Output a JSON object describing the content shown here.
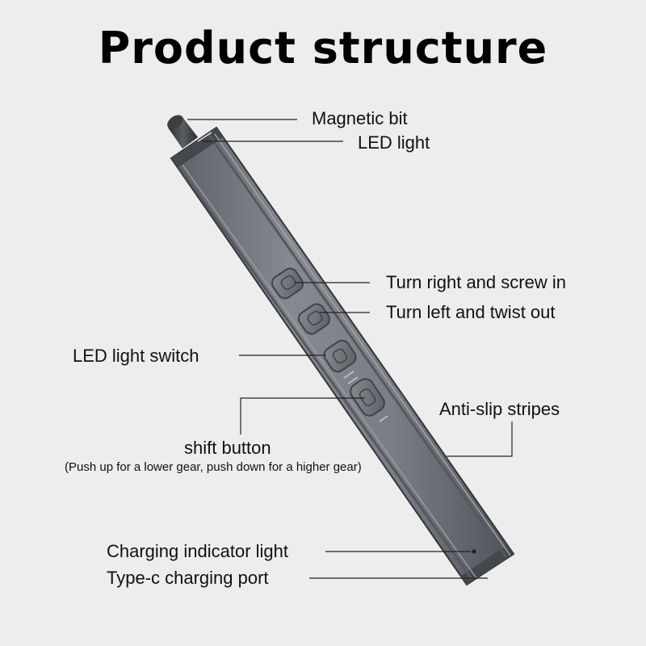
{
  "title": "Product structure",
  "labels": {
    "magnetic_bit": "Magnetic bit",
    "led_light": "LED light",
    "turn_right": "Turn right and screw in",
    "turn_left": "Turn left and twist out",
    "led_switch": "LED light switch",
    "anti_slip": "Anti-slip stripes",
    "shift_button": "shift button",
    "shift_note": "(Push up for a lower gear, push down for a higher gear)",
    "charging_indicator": "Charging indicator light",
    "typec_port": "Type-c charging port"
  },
  "colors": {
    "background": "#ededed",
    "body_main": "#7c7f85",
    "body_dark": "#4b4e54",
    "body_edge": "#33363b",
    "button": "#6a6d72",
    "leader": "#222222"
  }
}
